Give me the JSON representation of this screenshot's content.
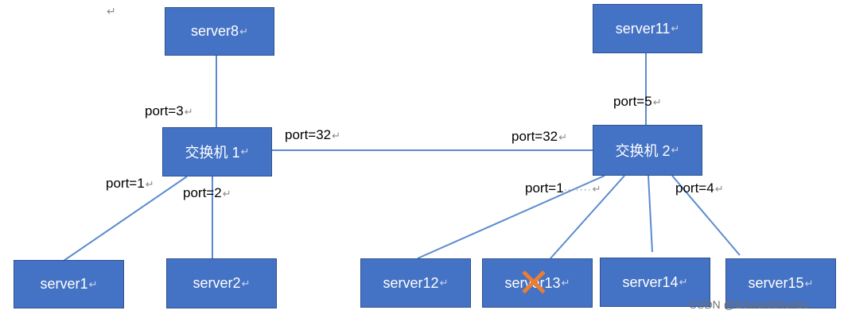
{
  "pilcrow": "↵",
  "nodes": {
    "server8": "server8",
    "server11": "server11",
    "switch1": "交换机 1",
    "switch2": "交换机 2",
    "server1": "server1",
    "server2": "server2",
    "server12": "server12",
    "server13": "server13",
    "server14": "server14",
    "server15": "server15"
  },
  "ports": {
    "sw1_up": "port=3",
    "sw1_left": "port=1",
    "sw1_down": "port=2",
    "sw1_link": "port=32",
    "sw2_link": "port=32",
    "sw2_up": "port=5",
    "sw2_down_left": "port=1",
    "sw2_down_right": "port=4"
  },
  "failed_marker": "✕",
  "watermark": "CSDN @Edwardshenbc",
  "colors": {
    "node_fill": "#4472c4",
    "node_border": "#2f528f",
    "link_line": "#5b8bd0",
    "failure_cross": "#ed7d31"
  }
}
